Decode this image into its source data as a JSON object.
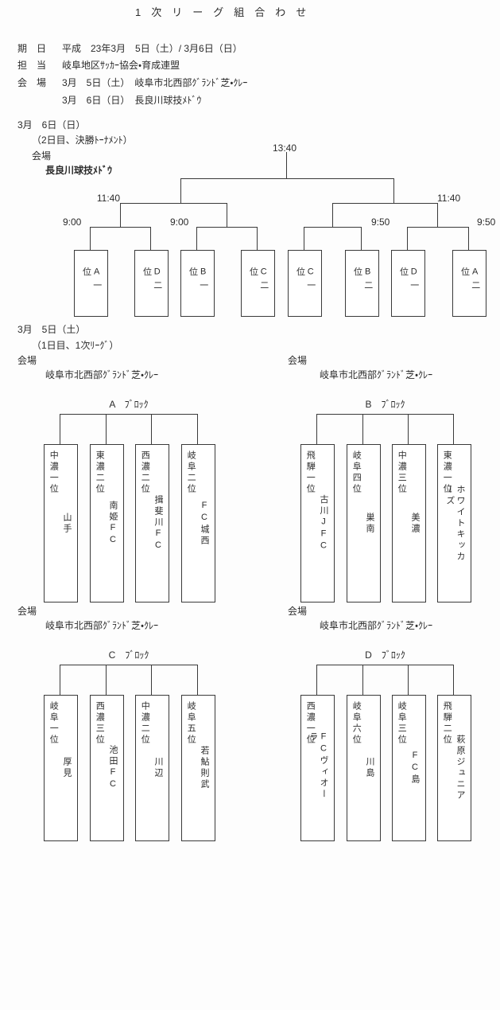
{
  "title": "1次リーグ組合わせ",
  "info": {
    "rows": [
      {
        "label": "期　日",
        "value": "平成　23年3月　5日（土）/ 3月6日（日）"
      },
      {
        "label": "担　当",
        "value": "岐阜地区ｻｯｶｰ協会・育成連盟"
      },
      {
        "label": "会　場",
        "value": "3月　5日（土）　岐阜市北西部ｸﾞﾗﾝﾄﾞ芝・ｸﾚｰ"
      },
      {
        "label": "",
        "value": "3月　6日（日）　長良川球技ﾒﾄﾞｳ"
      }
    ]
  },
  "day2": {
    "date": "3月　6日（日）",
    "subtitle": "（2日目、決勝ﾄｰﾅﾒﾝﾄ）",
    "venue_label": "会場",
    "venue": "長良川球技ﾒﾄﾞｳ",
    "times": {
      "final": "13:40",
      "sf_left": "11:40",
      "sf_right": "11:40",
      "qf1": "9:00",
      "qf2": "9:00",
      "qf3": "9:50",
      "qf4": "9:50"
    },
    "slots": [
      "A一位",
      "D二位",
      "B一位",
      "C二位",
      "C一位",
      "B二位",
      "D一位",
      "A二位"
    ]
  },
  "day1": {
    "date": "3月　5日（土）",
    "subtitle": "（1日目、1次ﾘｰｸﾞ）",
    "venue_label": "会場",
    "venue_ab_left": "岐阜市北西部ｸﾞﾗﾝﾄﾞ芝・ｸﾚｰ",
    "venue_ab_right": "岐阜市北西部ｸﾞﾗﾝﾄﾞ芝・ｸﾚｰ",
    "venue_cd_left": "岐阜市北西部ｸﾞﾗﾝﾄﾞ芝・ｸﾚｰ",
    "venue_cd_right": "岐阜市北西部ｸﾞﾗﾝﾄﾞ芝・ｸﾚｰ",
    "blocks": [
      {
        "name": "A　ﾌﾞﾛｯｸ",
        "teams": [
          {
            "seed": "中濃一位",
            "name": "山手"
          },
          {
            "seed": "東濃二位",
            "name": "南姫FC"
          },
          {
            "seed": "西濃二位",
            "name": "揖斐川FC"
          },
          {
            "seed": "岐阜二位",
            "name": "FC城西"
          }
        ]
      },
      {
        "name": "B　ﾌﾞﾛｯｸ",
        "teams": [
          {
            "seed": "飛騨一位",
            "name": "古川JFC"
          },
          {
            "seed": "岐阜四位",
            "name": "巣南"
          },
          {
            "seed": "中濃三位",
            "name": "美濃"
          },
          {
            "seed": "東濃一位",
            "name": "ホワイトキッカーズ"
          }
        ]
      },
      {
        "name": "C　ﾌﾞﾛｯｸ",
        "teams": [
          {
            "seed": "岐阜一位",
            "name": "厚見"
          },
          {
            "seed": "西濃三位",
            "name": "池田FC"
          },
          {
            "seed": "中濃二位",
            "name": "川辺"
          },
          {
            "seed": "岐阜五位",
            "name": "若鮎則武"
          }
        ]
      },
      {
        "name": "D　ﾌﾞﾛｯｸ",
        "teams": [
          {
            "seed": "西濃一位",
            "name": "FCヴィオーラ"
          },
          {
            "seed": "岐阜六位",
            "name": "川島"
          },
          {
            "seed": "岐阜三位",
            "name": "FC島"
          },
          {
            "seed": "飛騨二位",
            "name": "萩原ジュニア"
          }
        ]
      }
    ]
  }
}
